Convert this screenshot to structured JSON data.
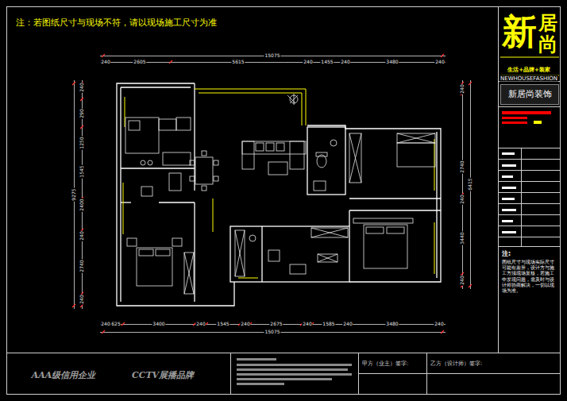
{
  "diagram": {
    "nodes": [
      {
        "text": [
          "新",
          "居",
          "尚"
        ]
      },
      {
        "text": [
          "新居尚装饰"
        ]
      },
      {
        "text": [
          "注:",
          "图纸尺寸与现场实际尺寸可能有差异，设计方与施工方须现场复核，若施工中发现问题，需及时与设计师协商解决，一切以现场为准。"
        ]
      },
      {
        "text": [
          "甲方（业主）签字:"
        ]
      },
      {
        "text": [
          "乙方（设计师）签字:"
        ]
      }
    ],
    "labels": [
      "注：若图纸尺寸与现场不符，请以现场施工尺寸为准",
      "15075",
      "240",
      "2605",
      "5615",
      "240",
      "1455",
      "240",
      "3480",
      "240",
      "15075",
      "240",
      "625",
      "3400",
      "240",
      "1545",
      "240",
      "2675",
      "240",
      "1585",
      "240",
      "3480",
      "240",
      "9275",
      "240",
      "290",
      "1250",
      "1545",
      "2400",
      "240",
      "2740",
      "240",
      "6415",
      "240",
      "2740",
      "240",
      "3440",
      "240",
      "生活+品牌+装家",
      "NEWHOUSEFASHION",
      "AAA级信用企业",
      "CCTV展播品牌"
    ]
  }
}
